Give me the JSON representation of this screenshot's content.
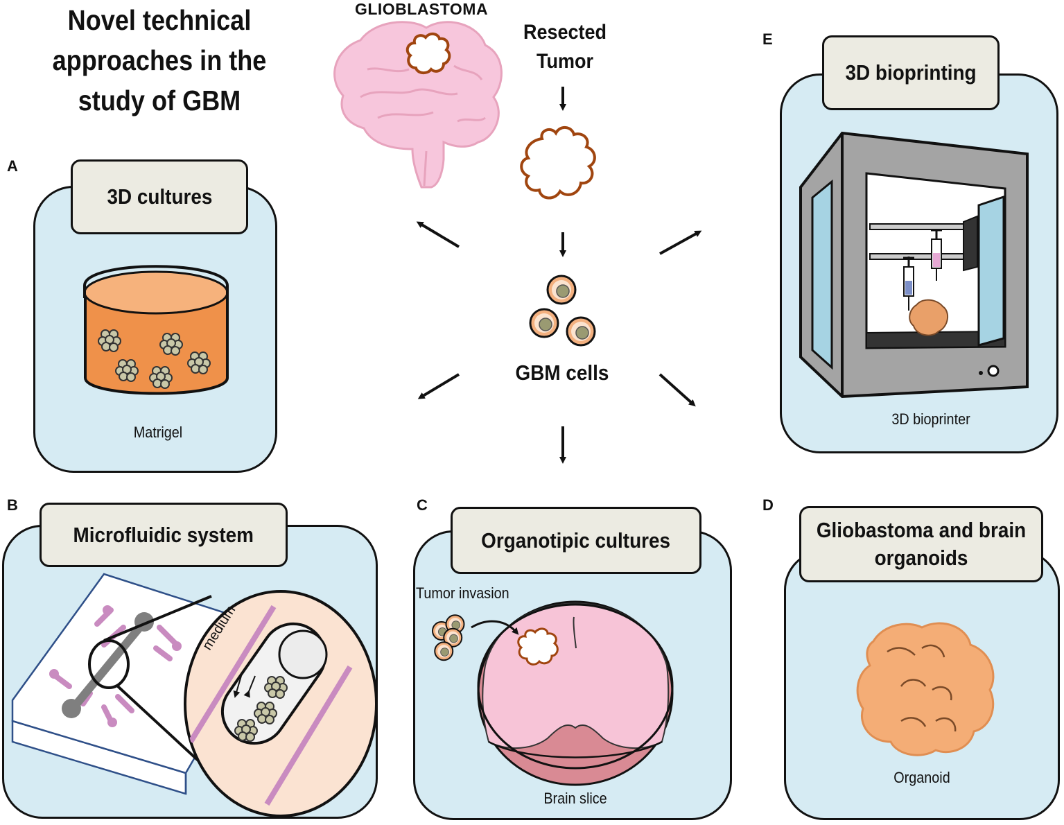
{
  "title": {
    "line1": "Novel technical",
    "line2": "approaches in the",
    "line3": "study of GBM"
  },
  "center": {
    "brain_label": "GLIOBLASTOMA",
    "resected_line1": "Resected",
    "resected_line2": "Tumor",
    "cells_label": "GBM cells"
  },
  "panels": {
    "a": {
      "letter": "A",
      "title": "3D cultures",
      "caption": "Matrigel"
    },
    "b": {
      "letter": "B",
      "title": "Microfluidic system",
      "inner_label": "medium"
    },
    "c": {
      "letter": "C",
      "title": "Organotipic cultures",
      "invasion_label": "Tumor invasion",
      "caption": "Brain slice"
    },
    "d": {
      "letter": "D",
      "title": "Gliobastoma and brain organoids",
      "caption": "Organoid"
    },
    "e": {
      "letter": "E",
      "title": "3D bioprinting",
      "caption": "3D bioprinter"
    }
  },
  "colors": {
    "panel_fill": "#d6ebf3",
    "tag_fill": "#ecebe2",
    "brain_pink": "#f7c6dc",
    "tumor_brown": "#a0450f",
    "matrigel_orange": "#ef914a",
    "organoid_orange": "#f4ad76",
    "printer_gray": "#9a9a9a",
    "channel_pink": "#c98bc0"
  }
}
